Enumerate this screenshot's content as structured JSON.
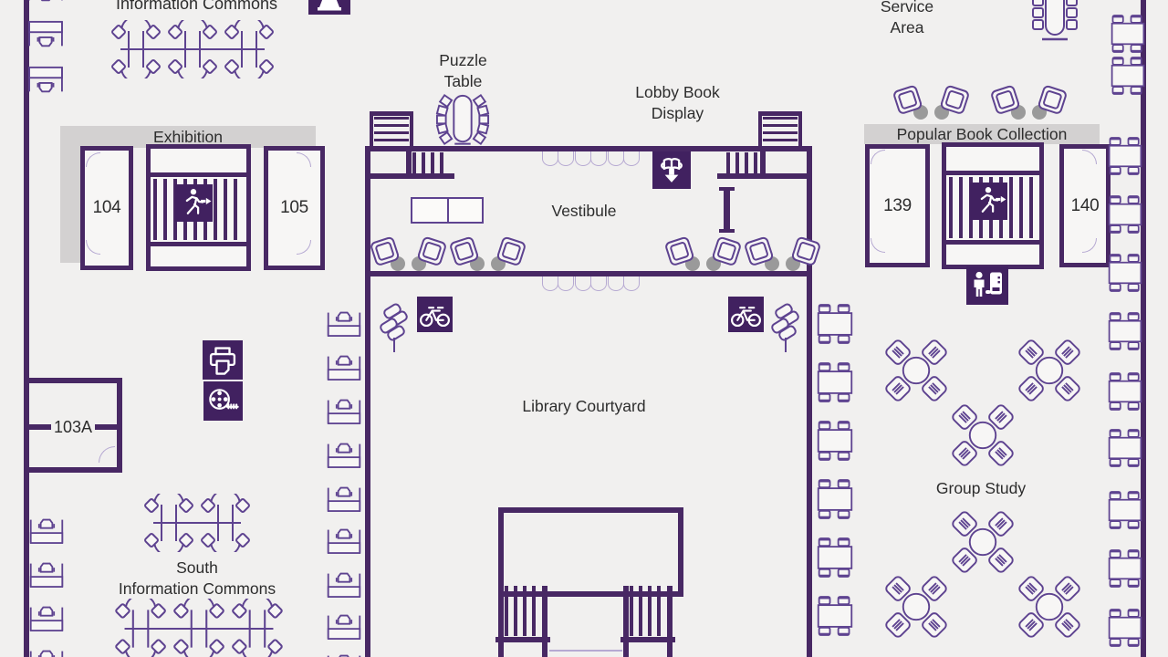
{
  "colors": {
    "background": "#f1f0ef",
    "wall": "#482864",
    "icon_background": "#412160",
    "furniture_outline": "#5e4390",
    "door_arc": "#b6a9d2",
    "gray_band": "#d3d1d1",
    "ottoman_gray": "#9a9a9a",
    "text": "#2d2d2d"
  },
  "areas": {
    "north_commons": {
      "label": "Information Commons"
    },
    "puzzle_table": {
      "line1": "Puzzle",
      "line2": "Table"
    },
    "lobby_book_display": {
      "line1": "Lobby Book",
      "line2": "Display"
    },
    "service_area": {
      "line1": "Service",
      "line2": "Area"
    },
    "exhibition": {
      "label": "Exhibition"
    },
    "popular_book_collection": {
      "label": "Popular Book Collection"
    },
    "vestibule": {
      "label": "Vestibule"
    },
    "library_courtyard": {
      "label": "Library Courtyard"
    },
    "group_study": {
      "label": "Group Study"
    },
    "south_commons": {
      "line1": "South",
      "line2": "Information Commons"
    }
  },
  "rooms": {
    "r104": "104",
    "r105": "105",
    "r139": "139",
    "r140": "140",
    "r103a": "103A"
  },
  "icons": {
    "exit": "emergency-exit",
    "bike": "bicycle-parking",
    "printer": "printer",
    "film": "film-reel",
    "book_drop": "book-drop",
    "kiosk": "self-service-kiosk",
    "pedestal": "information-stand"
  }
}
